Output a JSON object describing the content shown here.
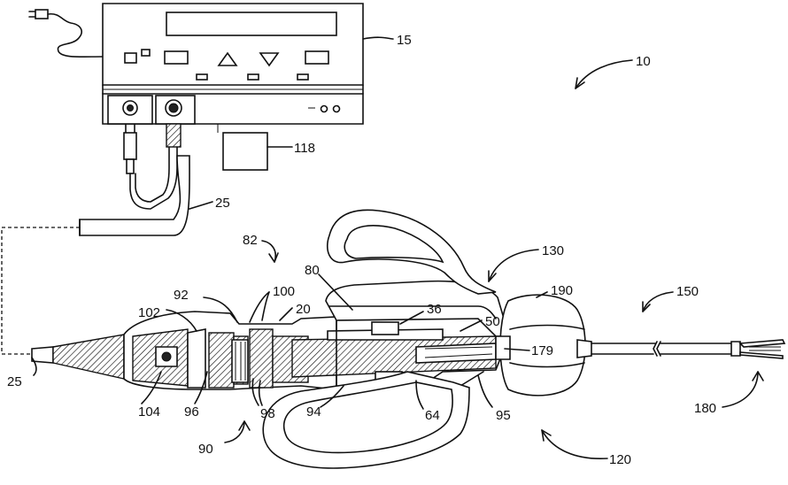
{
  "labels": {
    "l10": "10",
    "l15": "15",
    "l118": "118",
    "l25a": "25",
    "l25b": "25",
    "l82": "82",
    "l80": "80",
    "l130": "130",
    "l190": "190",
    "l150": "150",
    "l92": "92",
    "l100": "100",
    "l20": "20",
    "l36": "36",
    "l50": "50",
    "l102": "102",
    "l179": "179",
    "l104": "104",
    "l96": "96",
    "l98": "98",
    "l94": "94",
    "l64": "64",
    "l95": "95",
    "l180": "180",
    "l90": "90",
    "l120": "120"
  }
}
